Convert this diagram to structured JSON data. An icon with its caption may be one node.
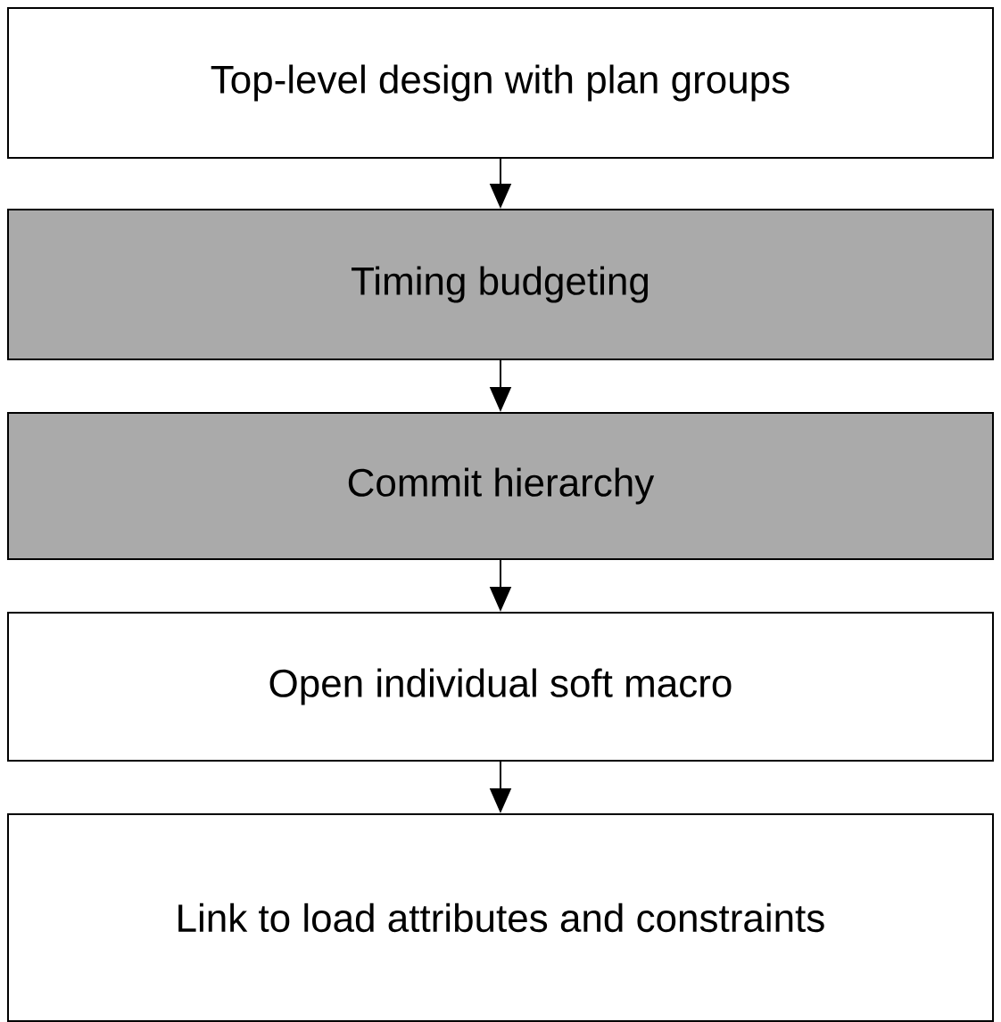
{
  "diagram": {
    "nodes": [
      {
        "text": [
          "Top-level design with plan groups"
        ]
      },
      {
        "text": [
          "Timing budgeting"
        ]
      },
      {
        "text": [
          "Commit hierarchy"
        ]
      },
      {
        "text": [
          "Open individual soft macro"
        ]
      },
      {
        "text": [
          "Link to load attributes and constraints"
        ]
      }
    ],
    "edges": [
      {
        "from": 0,
        "to": 1,
        "arrow": "to"
      },
      {
        "from": 1,
        "to": 2,
        "arrow": "to"
      },
      {
        "from": 2,
        "to": 3,
        "arrow": "to"
      },
      {
        "from": 3,
        "to": 4,
        "arrow": "to"
      }
    ]
  }
}
